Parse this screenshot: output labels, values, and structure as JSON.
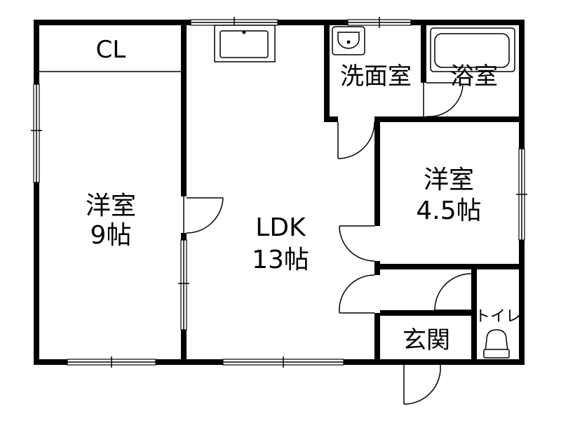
{
  "rooms": {
    "closet": "CL",
    "western_9": {
      "name": "洋室",
      "size": "9帖"
    },
    "ldk": {
      "name": "LDK",
      "size": "13帖"
    },
    "washroom": "洗面室",
    "bath": "浴室",
    "western_4_5": {
      "name": "洋室",
      "size": "4.5帖"
    },
    "toilet": "トイレ",
    "entrance": "玄関"
  }
}
